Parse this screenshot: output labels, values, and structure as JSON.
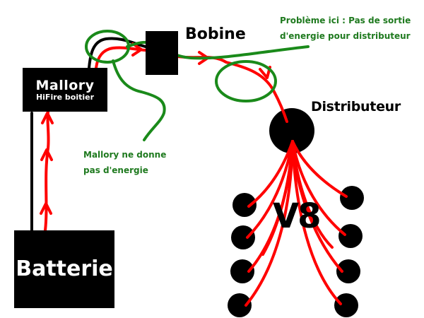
{
  "diagram": {
    "components": {
      "mallory_line1": "Mallory",
      "mallory_line2": "HiFire boitier",
      "bobine": "Bobine",
      "distributeur": "Distributeur",
      "batterie": "Batterie",
      "v8": "V8"
    },
    "annotations": {
      "probleme_line1": "Problème ici : Pas de sortie",
      "probleme_line2": "d'energie pour distributeur",
      "mallory_line1": "Mallory ne donne",
      "mallory_line2": "pas d'energie"
    },
    "colors": {
      "wire": "#000000",
      "energy_flow": "#ff0000",
      "annotation": "#1f7a1f",
      "component": "#000000",
      "background": "#ffffff"
    }
  }
}
